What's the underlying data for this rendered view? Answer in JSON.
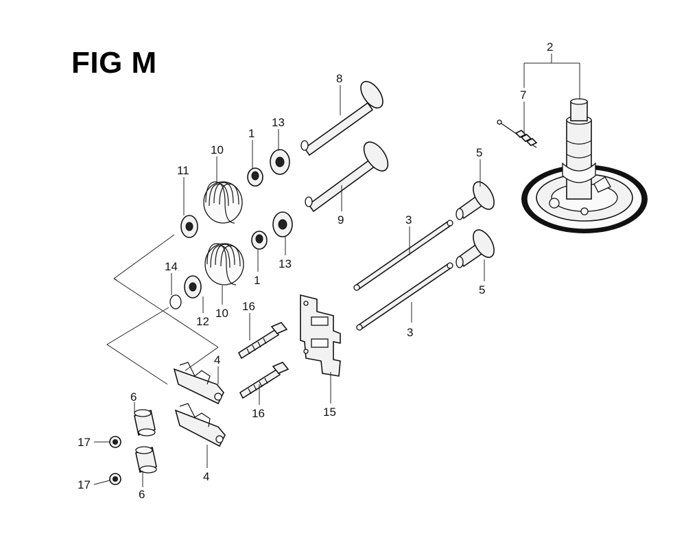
{
  "figure": {
    "title": "FIG M"
  },
  "callouts": {
    "c2": "2",
    "c7": "7",
    "c8": "8",
    "c13a": "13",
    "c1a": "1",
    "c10a": "10",
    "c11": "11",
    "c9": "9",
    "c5a": "5",
    "c3a": "3",
    "c13b": "13",
    "c1b": "1",
    "c14": "14",
    "c12": "12",
    "c10b": "10",
    "c16a": "16",
    "c5b": "5",
    "c3b": "3",
    "c4a": "4",
    "c16b": "16",
    "c15": "15",
    "c6a": "6",
    "c17a": "17",
    "c4b": "4",
    "c17b": "17",
    "c6b": "6"
  }
}
